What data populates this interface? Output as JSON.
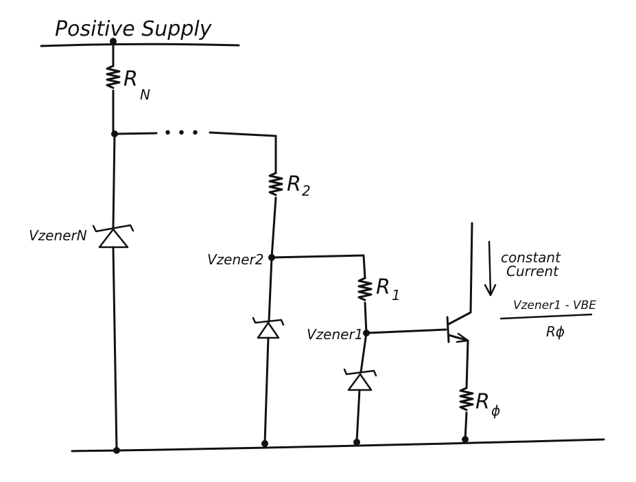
{
  "rails": {
    "top_label": "Positive Supply"
  },
  "resistors": {
    "rn": {
      "letter": "R",
      "sub": "N"
    },
    "r2": {
      "letter": "R",
      "sub": "2"
    },
    "r1": {
      "letter": "R",
      "sub": "1"
    },
    "r0": {
      "letter": "R",
      "sub": "ϕ"
    }
  },
  "zener_labels": {
    "n": "VzenerN",
    "two": "Vzener2",
    "one": "Vzener1"
  },
  "ellipsis": "• • •",
  "annotation": {
    "line1": "constant",
    "line2": "Current",
    "numerator": "Vzener1 - VBE",
    "denominator": "Rϕ"
  }
}
